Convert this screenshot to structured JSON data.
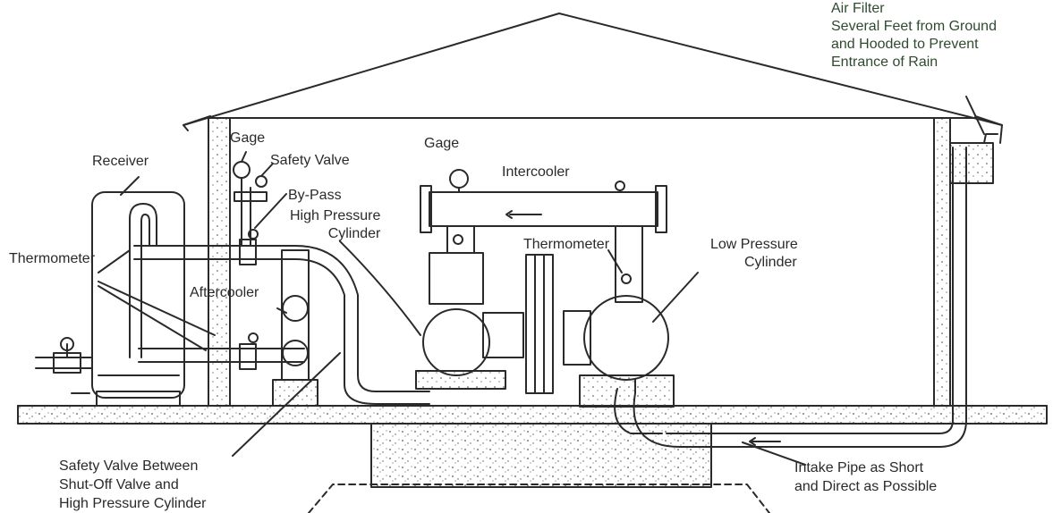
{
  "labels": {
    "air_filter": [
      "Air Filter",
      "Several Feet from Ground",
      "and Hooded to Prevent",
      "Entrance of Rain"
    ],
    "gage_left": "Gage",
    "safety_valve": "Safety Valve",
    "receiver": "Receiver",
    "gage_top": "Gage",
    "intercooler": "Intercooler",
    "bypass": "By-Pass",
    "high_pressure_cylinder": [
      "High Pressure",
      "Cylinder"
    ],
    "thermometer_left": "Thermometer",
    "thermometer_mid": "Thermometer",
    "low_pressure_cylinder": [
      "Low Pressure",
      "Cylinder"
    ],
    "aftercooler": "Aftercooler",
    "safety_valve_between": [
      "Safety Valve Between",
      "Shut-Off Valve and",
      "High Pressure Cylinder"
    ],
    "intake_pipe": [
      "Intake Pipe as Short",
      "and Direct as Possible"
    ]
  },
  "colors": {
    "line": "#2a2a2a",
    "text": "#2a2a2a",
    "accent_text": "#2f4a2f",
    "background": "#ffffff"
  }
}
